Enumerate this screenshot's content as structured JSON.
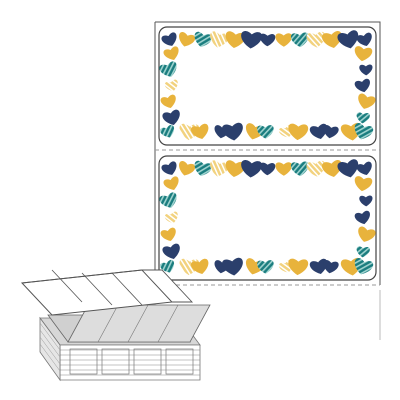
{
  "product": {
    "kind": "fanfold label sheet mockup",
    "label_count_visible": 2,
    "label_shape": "rounded rectangle",
    "label_frame_motif": "hearts",
    "heart_palette": [
      "#2b3f6c",
      "#1a7d7f",
      "#e8b33c",
      "#9fd3cf",
      "#ffffff"
    ],
    "heart_patterns": [
      "solid",
      "dotted",
      "striped",
      "light"
    ]
  },
  "colors": {
    "liner": "#ffffff",
    "liner_outline": "#555555",
    "fold_line": "#9a9a9a",
    "stack_gray": "#d7d7d7",
    "stack_outline": "#777777"
  }
}
